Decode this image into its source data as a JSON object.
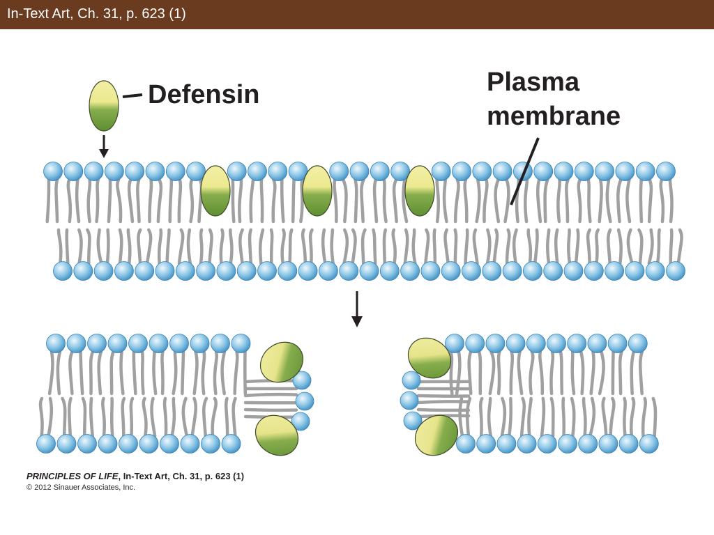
{
  "header": {
    "title": "In-Text Art, Ch. 31, p. 623 (1)"
  },
  "diagram": {
    "labels": {
      "defensin": "Defensin",
      "plasma_line1": "Plasma",
      "plasma_line2": "membrane"
    }
  },
  "credit": {
    "book": "PRINCIPLES OF LIFE",
    "citation": ", In-Text Art, Ch. 31, p. 623 (1)",
    "copyright": "© 2012 Sinauer Associates, Inc."
  },
  "colors": {
    "title_bar": "#6b3b20",
    "head_light": "#e8f4fb",
    "head_dark": "#4a9acc",
    "tail": "#9e9e9e",
    "defensin_yellow": "#f0ec9a",
    "defensin_green": "#6f9a3c"
  },
  "icons": [
    "down-arrow-icon",
    "phospholipid-head-icon",
    "defensin-protein-icon"
  ]
}
